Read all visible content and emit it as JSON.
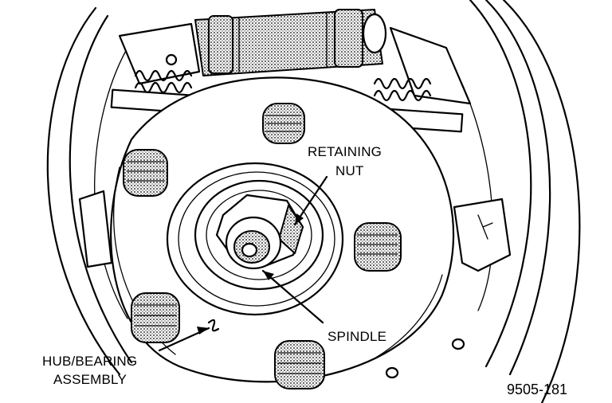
{
  "figure_id": "9505-181",
  "callouts": {
    "retaining_nut": [
      "RETAINING",
      "NUT"
    ],
    "spindle": "SPINDLE",
    "hub_bearing": [
      "HUB/BEARING",
      "ASSEMBLY"
    ]
  }
}
